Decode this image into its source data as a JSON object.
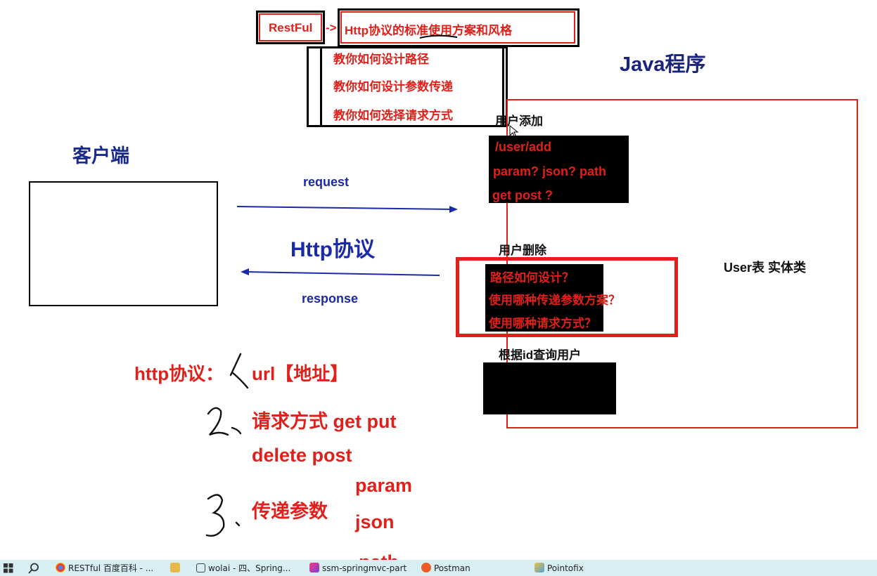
{
  "header": {
    "restful": "RestFul",
    "arrow": "->",
    "restful_desc": "Http协议的标准使用方案和风格",
    "teach_items": [
      "教你如何设计路径",
      "教你如何设计参数传递",
      "教你如何选择请求方式"
    ]
  },
  "java_title": "Java程序",
  "client": {
    "title": "客户端"
  },
  "middle": {
    "request": "request",
    "http": "Http协议",
    "response": "response"
  },
  "java_box": {
    "user_add": "用户添加",
    "add_lines": [
      "/user/add",
      "param? json? path",
      "get post ?"
    ],
    "user_delete": "用户删除",
    "delete_lines": [
      "路径如何设计？",
      "使用哪种传递参数方案？",
      "使用哪种请求方式？"
    ],
    "user_query": "根据id查询用户",
    "entity": "User表 实体类"
  },
  "notes": {
    "http_proto": "http协议：",
    "url": "url【地址】",
    "method_1": "请求方式 get put",
    "method_2": "delete post",
    "params": "传递参数",
    "param": "param",
    "json": "json",
    "path": "path",
    "hand_1": "1、",
    "hand_2": "2、",
    "hand_3": "3、"
  },
  "taskbar": {
    "items": [
      {
        "label": "RESTful 百度百科 - ...",
        "icon": "chrome-icon"
      },
      {
        "label": "",
        "icon": "folder-icon"
      },
      {
        "label": "wolai - 四、Spring...",
        "icon": "wolai-icon"
      },
      {
        "label": "ssm-springmvc-part",
        "icon": "intellij-icon"
      },
      {
        "label": "Postman",
        "icon": "postman-icon"
      },
      {
        "label": "Pointofix",
        "icon": "pointofix-icon"
      }
    ]
  },
  "colors": {
    "red": "#e0201b",
    "blue": "#1a2aa8",
    "taskbar": "#d7eef2"
  }
}
